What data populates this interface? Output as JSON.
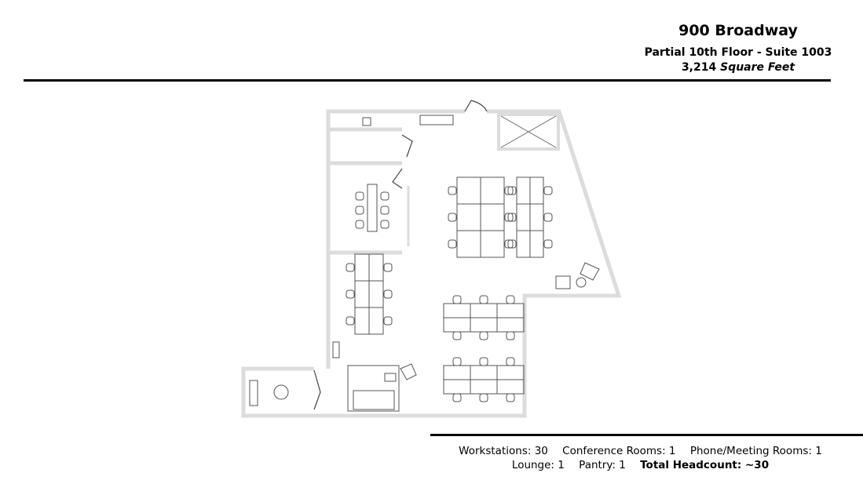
{
  "header": {
    "building": "900 Broadway",
    "suite": "Partial 10th Floor - Suite 1003",
    "area_value": "3,214",
    "area_unit": "Square Feet"
  },
  "summary": {
    "workstations": "Workstations: 30",
    "conference_rooms": "Conference Rooms: 1",
    "phone_rooms": "Phone/Meeting Rooms: 1",
    "lounge": "Lounge: 1",
    "pantry": "Pantry: 1",
    "headcount": "Total Headcount: ~30"
  },
  "colors": {
    "wall": "#d9d9d9",
    "furniture": "#555555",
    "rule": "#000000"
  }
}
